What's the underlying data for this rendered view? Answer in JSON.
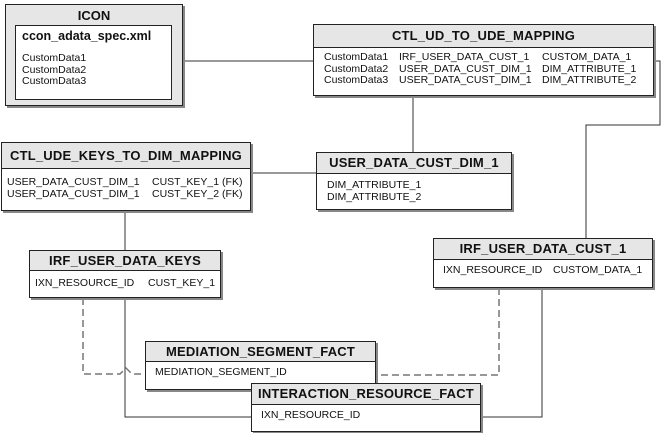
{
  "entities": {
    "icon": {
      "title": "ICON",
      "inner_title": "ccon_adata_spec.xml",
      "rows": [
        "CustomData1",
        "CustomData2",
        "CustomData3"
      ]
    },
    "ctl_ud_to_ude_mapping": {
      "title": "CTL_UD_TO_UDE_MAPPING",
      "rows": [
        [
          "CustomData1",
          "IRF_USER_DATA_CUST_1",
          "CUSTOM_DATA_1"
        ],
        [
          "CustomData2",
          "USER_DATA_CUST_DIM_1",
          "DIM_ATTRIBUTE_1"
        ],
        [
          "CustomData3",
          "USER_DATA_CUST_DIM_1",
          "DIM_ATTRIBUTE_2"
        ]
      ]
    },
    "ctl_ude_keys_to_dim_mapping": {
      "title": "CTL_UDE_KEYS_TO_DIM_MAPPING",
      "rows": [
        [
          "USER_DATA_CUST_DIM_1",
          "CUST_KEY_1 (FK)"
        ],
        [
          "USER_DATA_CUST_DIM_1",
          "CUST_KEY_2 (FK)"
        ]
      ]
    },
    "user_data_cust_dim_1": {
      "title": "USER_DATA_CUST_DIM_1",
      "rows": [
        "DIM_ATTRIBUTE_1",
        "DIM_ATTRIBUTE_2"
      ]
    },
    "irf_user_data_keys": {
      "title": "IRF_USER_DATA_KEYS",
      "rows": [
        [
          "IXN_RESOURCE_ID",
          "CUST_KEY_1"
        ]
      ]
    },
    "irf_user_data_cust_1": {
      "title": "IRF_USER_DATA_CUST_1",
      "rows": [
        [
          "IXN_RESOURCE_ID",
          "CUSTOM_DATA_1"
        ]
      ]
    },
    "mediation_segment_fact": {
      "title": "MEDIATION_SEGMENT_FACT",
      "rows": [
        "MEDIATION_SEGMENT_ID"
      ]
    },
    "interaction_resource_fact": {
      "title": "INTERACTION_RESOURCE_FACT",
      "rows": [
        "IXN_RESOURCE_ID"
      ]
    }
  },
  "colors": {
    "header_fill": "#e6e6e6",
    "border": "#222222",
    "connector": "#333333",
    "dashed_connector": "#777777"
  }
}
